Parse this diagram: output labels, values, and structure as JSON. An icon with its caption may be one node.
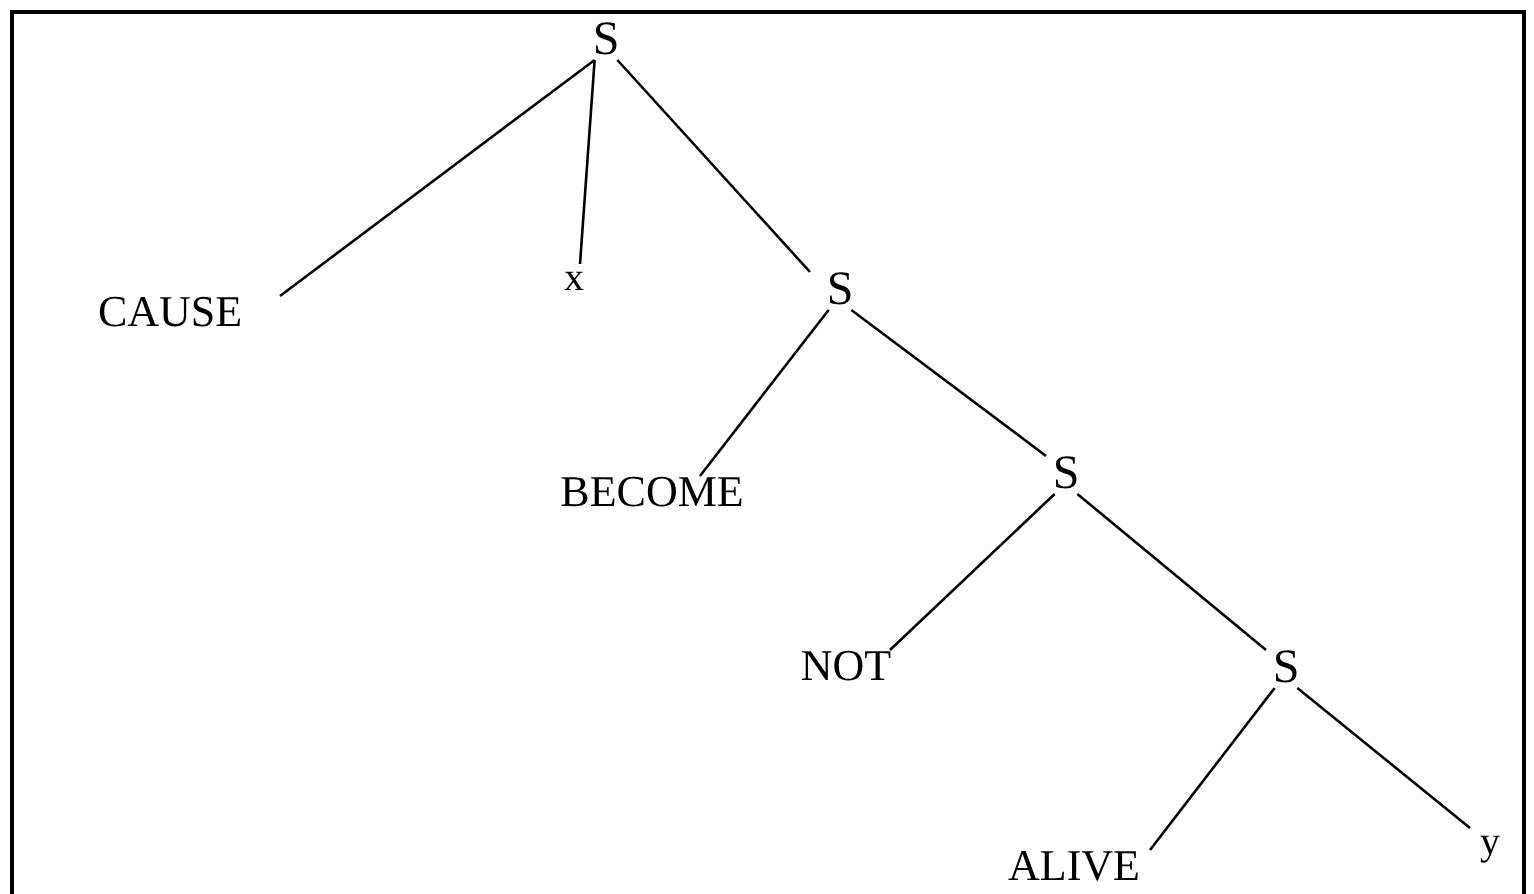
{
  "diagram": {
    "nodes": [
      {
        "text": [
          "S"
        ]
      },
      {
        "text": [
          "CAUSE"
        ]
      },
      {
        "text": [
          "x"
        ]
      },
      {
        "text": [
          "S"
        ]
      },
      {
        "text": [
          "BECOME"
        ]
      },
      {
        "text": [
          "S"
        ]
      },
      {
        "text": [
          "NOT"
        ]
      },
      {
        "text": [
          "S"
        ]
      },
      {
        "text": [
          "ALIVE"
        ]
      },
      {
        "text": [
          "y"
        ]
      }
    ],
    "edges": [
      {
        "from": 0,
        "to": 1,
        "arrow": "none"
      },
      {
        "from": 0,
        "to": 2,
        "arrow": "none"
      },
      {
        "from": 0,
        "to": 3,
        "arrow": "none"
      },
      {
        "from": 3,
        "to": 4,
        "arrow": "none"
      },
      {
        "from": 3,
        "to": 5,
        "arrow": "none"
      },
      {
        "from": 5,
        "to": 6,
        "arrow": "none"
      },
      {
        "from": 5,
        "to": 7,
        "arrow": "none"
      },
      {
        "from": 7,
        "to": 8,
        "arrow": "none"
      },
      {
        "from": 7,
        "to": 9,
        "arrow": "none"
      }
    ]
  }
}
